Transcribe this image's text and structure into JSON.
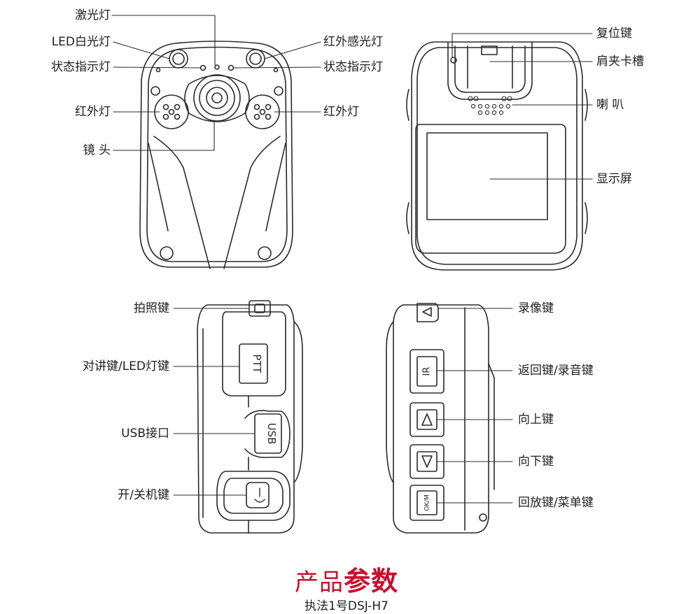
{
  "front_labels": {
    "laser_light": "激光灯",
    "led_white_light": "LED白光灯",
    "status_left": "状态指示灯",
    "ir_left": "红外灯",
    "lens": "镜  头",
    "ir_sensor": "红外感光灯",
    "status_right": "状态指示灯",
    "ir_right": "红外灯"
  },
  "back_labels": {
    "reset": "复位键",
    "clip_slot": "肩夹卡槽",
    "speaker": "喇  叭",
    "screen": "显示屏"
  },
  "left_side_labels": {
    "photo": "拍照键",
    "ptt": "对讲键/LED灯键",
    "usb": "USB接口",
    "power": "开/关机键"
  },
  "right_side_labels": {
    "record": "录像键",
    "back_audio": "返回键/录音键",
    "up": "向上键",
    "down": "向下键",
    "play_menu": "回放键/菜单键"
  },
  "device_marks": {
    "ptt": "PTT",
    "usb": "USB",
    "ir": "IR",
    "ok": "OK/M"
  },
  "footer": {
    "title_light": "产品",
    "title_bold": "参数",
    "model": "执法1号DSJ-H7"
  },
  "colors": {
    "accent": "#c8102e",
    "line": "#2a2a2a"
  }
}
